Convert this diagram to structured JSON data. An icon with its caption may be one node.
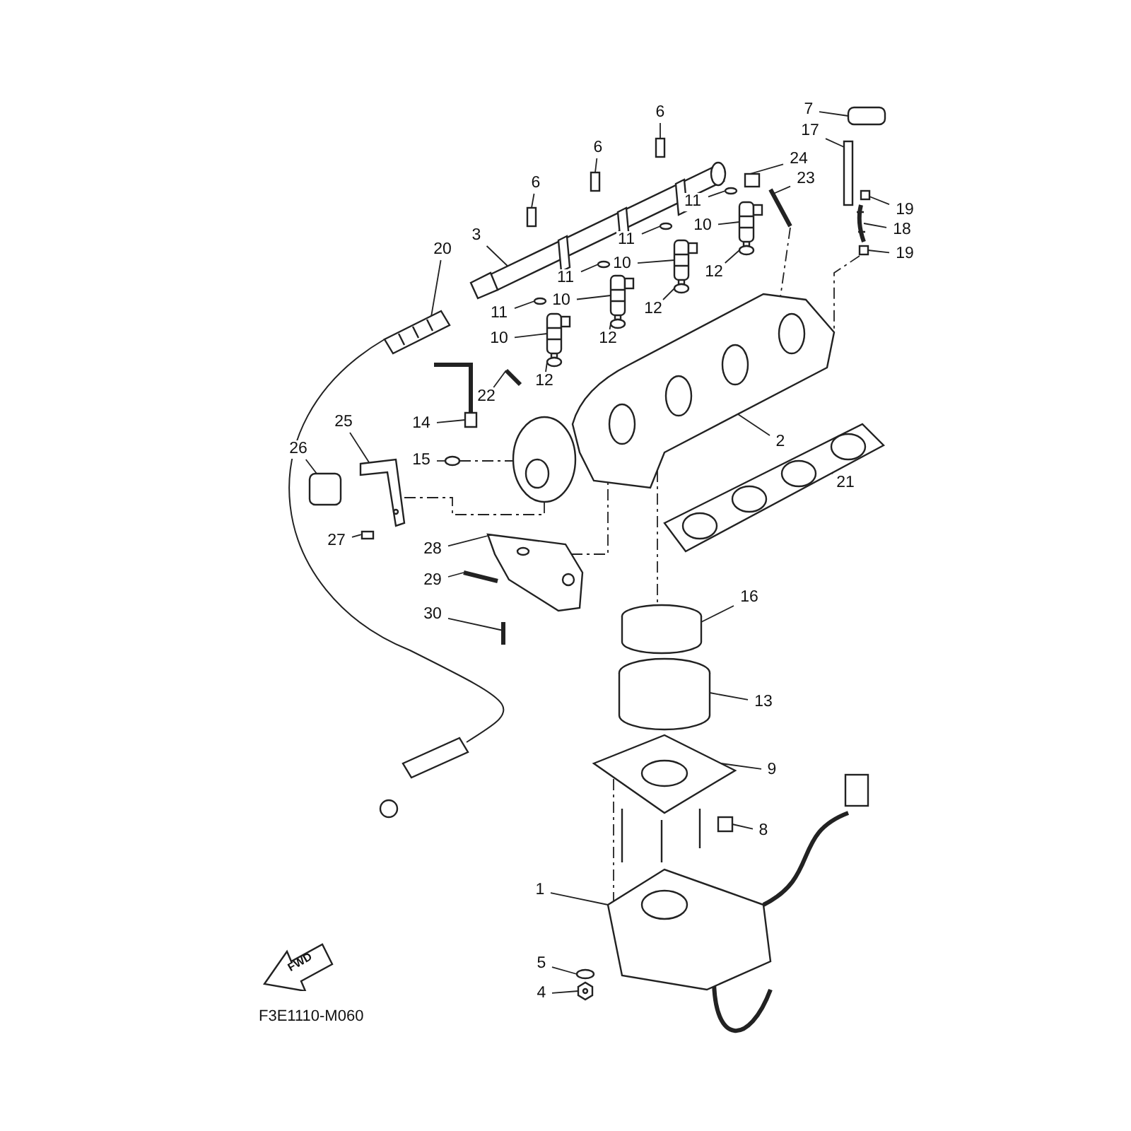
{
  "diagram": {
    "nodes": [
      {
        "text": [
          "7"
        ]
      },
      {
        "text": [
          "17"
        ]
      },
      {
        "text": [
          "24"
        ]
      },
      {
        "text": [
          "23"
        ]
      },
      {
        "text": [
          "19"
        ]
      },
      {
        "text": [
          "18"
        ]
      },
      {
        "text": [
          "19"
        ]
      },
      {
        "text": [
          "6"
        ]
      },
      {
        "text": [
          "6"
        ]
      },
      {
        "text": [
          "6"
        ]
      },
      {
        "text": [
          "3"
        ]
      },
      {
        "text": [
          "11"
        ]
      },
      {
        "text": [
          "10"
        ]
      },
      {
        "text": [
          "11"
        ]
      },
      {
        "text": [
          "10"
        ]
      },
      {
        "text": [
          "11"
        ]
      },
      {
        "text": [
          "10"
        ]
      },
      {
        "text": [
          "11"
        ]
      },
      {
        "text": [
          "10"
        ]
      },
      {
        "text": [
          "12"
        ]
      },
      {
        "text": [
          "12"
        ]
      },
      {
        "text": [
          "12"
        ]
      },
      {
        "text": [
          "12"
        ]
      },
      {
        "text": [
          "20"
        ]
      },
      {
        "text": [
          "22"
        ]
      },
      {
        "text": [
          "14"
        ]
      },
      {
        "text": [
          "15"
        ]
      },
      {
        "text": [
          "2"
        ]
      },
      {
        "text": [
          "21"
        ]
      },
      {
        "text": [
          "25"
        ]
      },
      {
        "text": [
          "26"
        ]
      },
      {
        "text": [
          "27"
        ]
      },
      {
        "text": [
          "28"
        ]
      },
      {
        "text": [
          "29"
        ]
      },
      {
        "text": [
          "30"
        ]
      },
      {
        "text": [
          "16"
        ]
      },
      {
        "text": [
          "13"
        ]
      },
      {
        "text": [
          "9"
        ]
      },
      {
        "text": [
          "8"
        ]
      },
      {
        "text": [
          "1"
        ]
      },
      {
        "text": [
          "5"
        ]
      },
      {
        "text": [
          "4"
        ]
      },
      {
        "text": [],
        "shape": "box"
      },
      {
        "text": [],
        "shape": "box"
      },
      {
        "text": [],
        "shape": "box"
      },
      {
        "text": [],
        "shape": "bar"
      },
      {
        "text": [],
        "shape": "box"
      },
      {
        "text": [],
        "shape": "picture"
      },
      {
        "text": [],
        "shape": "box"
      },
      {
        "text": [],
        "shape": "box"
      },
      {
        "text": [],
        "shape": "box"
      },
      {
        "text": [],
        "shape": "box"
      },
      {
        "text": [],
        "shape": "picture"
      },
      {
        "text": [],
        "shape": "circle"
      },
      {
        "text": [],
        "shape": "picture"
      },
      {
        "text": [],
        "shape": "circle"
      },
      {
        "text": [],
        "shape": "picture"
      },
      {
        "text": [],
        "shape": "circle"
      },
      {
        "text": [],
        "shape": "picture"
      },
      {
        "text": [],
        "shape": "circle"
      },
      {
        "text": [],
        "shape": "picture"
      },
      {
        "text": [],
        "shape": "circle"
      },
      {
        "text": [],
        "shape": "circle"
      },
      {
        "text": [],
        "shape": "circle"
      },
      {
        "text": [],
        "shape": "circle"
      },
      {
        "text": [],
        "shape": "picture"
      },
      {
        "text": [],
        "shape": "bar"
      },
      {
        "text": [],
        "shape": "picture"
      },
      {
        "text": [],
        "shape": "circle"
      },
      {
        "text": [],
        "shape": "picture"
      },
      {
        "text": [],
        "shape": "picture"
      },
      {
        "text": [],
        "shape": "picture"
      },
      {
        "text": [],
        "shape": "box"
      },
      {
        "text": [],
        "shape": "box"
      },
      {
        "text": [],
        "shape": "picture"
      },
      {
        "text": [],
        "shape": "bar"
      },
      {
        "text": [],
        "shape": "bar"
      },
      {
        "text": [],
        "shape": "cylinder"
      },
      {
        "text": [],
        "shape": "cylinder"
      },
      {
        "text": [],
        "shape": "picture"
      },
      {
        "text": [],
        "shape": "box"
      },
      {
        "text": [],
        "shape": "picture"
      },
      {
        "text": [],
        "shape": "circle"
      },
      {
        "text": [],
        "shape": "picture"
      },
      {
        "text": [
          "FWD"
        ]
      }
    ],
    "edges": [
      {
        "from": 0,
        "to": 42,
        "arrow": "none"
      },
      {
        "from": 1,
        "to": 43,
        "arrow": "none"
      },
      {
        "from": 2,
        "to": 44,
        "arrow": "none"
      },
      {
        "from": 3,
        "to": 45,
        "arrow": "none"
      },
      {
        "from": 4,
        "to": 46,
        "arrow": "none"
      },
      {
        "from": 5,
        "to": 47,
        "arrow": "none"
      },
      {
        "from": 6,
        "to": 48,
        "arrow": "none"
      },
      {
        "from": 7,
        "to": 49,
        "arrow": "none"
      },
      {
        "from": 8,
        "to": 50,
        "arrow": "none"
      },
      {
        "from": 9,
        "to": 51,
        "arrow": "none"
      },
      {
        "from": 10,
        "to": 52,
        "arrow": "none"
      },
      {
        "from": 11,
        "to": 53,
        "arrow": "none"
      },
      {
        "from": 12,
        "to": 54,
        "arrow": "none"
      },
      {
        "from": 13,
        "to": 55,
        "arrow": "none"
      },
      {
        "from": 14,
        "to": 56,
        "arrow": "none"
      },
      {
        "from": 15,
        "to": 57,
        "arrow": "none"
      },
      {
        "from": 16,
        "to": 58,
        "arrow": "none"
      },
      {
        "from": 17,
        "to": 59,
        "arrow": "none"
      },
      {
        "from": 18,
        "to": 60,
        "arrow": "none"
      },
      {
        "from": 19,
        "to": 61,
        "arrow": "none"
      },
      {
        "from": 20,
        "to": 62,
        "arrow": "none"
      },
      {
        "from": 21,
        "to": 63,
        "arrow": "none"
      },
      {
        "from": 22,
        "to": 64,
        "arrow": "none"
      },
      {
        "from": 23,
        "to": 65,
        "arrow": "none"
      },
      {
        "from": 24,
        "to": 66,
        "arrow": "none"
      },
      {
        "from": 25,
        "to": 67,
        "arrow": "none"
      },
      {
        "from": 26,
        "to": 68,
        "arrow": "none"
      },
      {
        "from": 27,
        "to": 69,
        "arrow": "none"
      },
      {
        "from": 28,
        "to": 70,
        "arrow": "none"
      },
      {
        "from": 29,
        "to": 71,
        "arrow": "none"
      },
      {
        "from": 30,
        "to": 72,
        "arrow": "none"
      },
      {
        "from": 31,
        "to": 73,
        "arrow": "none"
      },
      {
        "from": 32,
        "to": 74,
        "arrow": "none"
      },
      {
        "from": 33,
        "to": 75,
        "arrow": "none"
      },
      {
        "from": 34,
        "to": 76,
        "arrow": "none"
      },
      {
        "from": 35,
        "to": 77,
        "arrow": "none"
      },
      {
        "from": 36,
        "to": 78,
        "arrow": "none"
      },
      {
        "from": 37,
        "to": 79,
        "arrow": "none"
      },
      {
        "from": 38,
        "to": 80,
        "arrow": "none"
      },
      {
        "from": 39,
        "to": 81,
        "arrow": "none"
      },
      {
        "from": 40,
        "to": 82,
        "arrow": "none"
      },
      {
        "from": 41,
        "to": 83,
        "arrow": "none"
      },
      {
        "from": 68,
        "to": 69,
        "arrow": "none",
        "style": "dashed"
      },
      {
        "from": 71,
        "to": 69,
        "arrow": "none",
        "style": "dashed"
      },
      {
        "from": 74,
        "to": 69,
        "arrow": "none",
        "style": "dashed"
      },
      {
        "from": 45,
        "to": 69,
        "arrow": "none",
        "style": "dashed"
      },
      {
        "from": 48,
        "to": 69,
        "arrow": "none",
        "style": "dashed"
      },
      {
        "from": 69,
        "to": 77,
        "arrow": "none",
        "style": "dashed"
      },
      {
        "from": 79,
        "to": 81,
        "arrow": "none",
        "style": "dashed"
      }
    ],
    "labels": [
      "F3E1110-M060"
    ]
  }
}
